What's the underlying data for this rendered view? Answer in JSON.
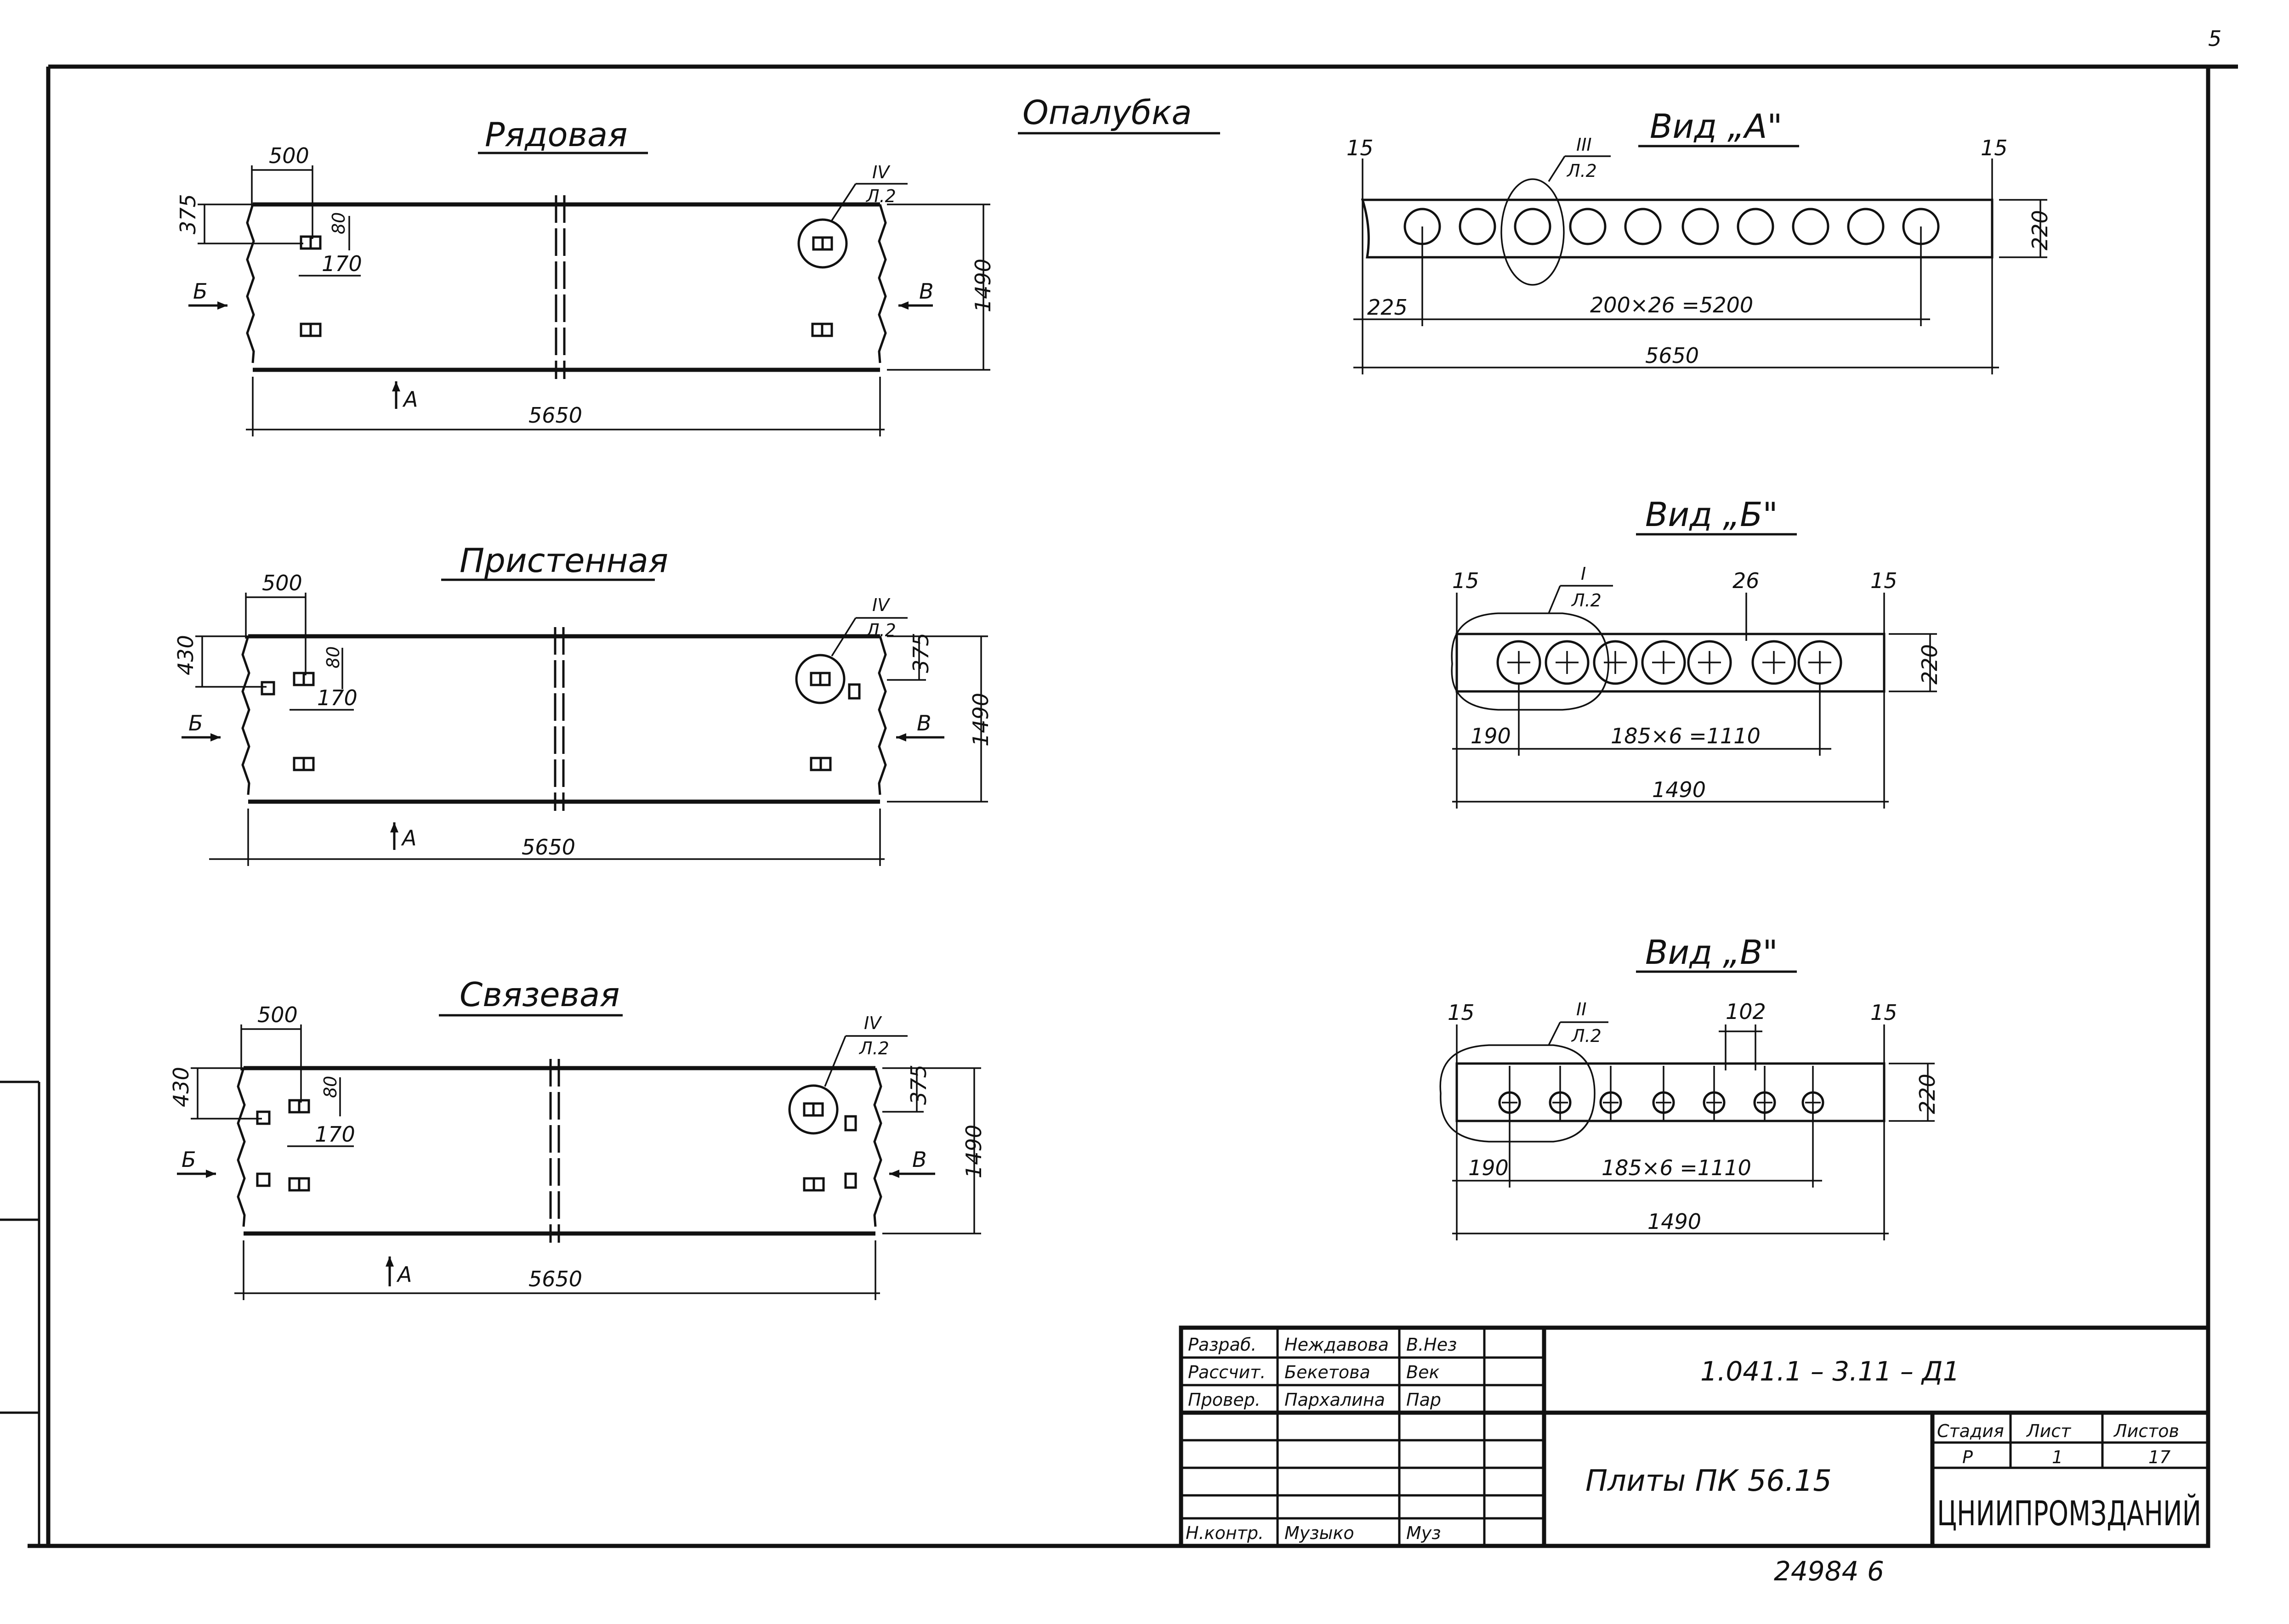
{
  "page_number": "5",
  "header": {
    "section_title": "Опалубка"
  },
  "plan_views": [
    {
      "title": "Рядовая",
      "dim_500": "500",
      "dim_375": "375",
      "dim_80": "80",
      "dim_170": "170",
      "dim_1490": "1490",
      "dim_5650": "5650",
      "label_b": "Б",
      "label_v": "В",
      "label_a": "А",
      "callout_num": "IV",
      "callout_sheet": "Л.2"
    },
    {
      "title": "Пристенная",
      "dim_500": "500",
      "dim_430": "430",
      "dim_80": "80",
      "dim_170": "170",
      "dim_375": "375",
      "dim_1490": "1490",
      "dim_5650": "5650",
      "label_b": "Б",
      "label_v": "В",
      "label_a": "А",
      "callout_num": "IV",
      "callout_sheet": "Л.2"
    },
    {
      "title": "Связевая",
      "dim_500": "500",
      "dim_430": "430",
      "dim_80": "80",
      "dim_170": "170",
      "dim_375": "375",
      "dim_1490": "1490",
      "dim_5650": "5650",
      "label_b": "Б",
      "label_v": "В",
      "label_a": "А",
      "callout_num": "IV",
      "callout_sheet": "Л.2"
    }
  ],
  "section_views": [
    {
      "title": "Вид „А\"",
      "dim_15_left": "15",
      "dim_15_right": "15",
      "dim_220": "220",
      "dim_225": "225",
      "dim_pitch": "200×26 =5200",
      "dim_total": "5650",
      "callout_num": "III",
      "callout_sheet": "Л.2"
    },
    {
      "title": "Вид „Б\"",
      "dim_15_left": "15",
      "dim_15_right": "15",
      "dim_26": "26",
      "dim_220": "220",
      "dim_190": "190",
      "dim_pitch": "185×6 =1110",
      "dim_total": "1490",
      "callout_num": "I",
      "callout_sheet": "Л.2"
    },
    {
      "title": "Вид „В\"",
      "dim_15_left": "15",
      "dim_15_right": "15",
      "dim_102": "102",
      "dim_220": "220",
      "dim_190": "190",
      "dim_pitch": "185×6 =1110",
      "dim_total": "1490",
      "callout_num": "II",
      "callout_sheet": "Л.2"
    }
  ],
  "title_block": {
    "rows": [
      {
        "role": "Разраб.",
        "name": "Неждавова",
        "sign": "В.Нез"
      },
      {
        "role": "Рассчит.",
        "name": "Бекетова",
        "sign": "Век"
      },
      {
        "role": "Провер.",
        "name": "Пархалина",
        "sign": "Пар"
      },
      {
        "role": "Н.контр.",
        "name": "Музыко",
        "sign": "Муз"
      }
    ],
    "doc_code": "1.041.1 – 3.11 – Д1",
    "product_title": "Плиты  ПК 56.15",
    "stage_header": "Стадия",
    "sheet_header": "Лист",
    "sheets_header": "Листов",
    "stage": "Р",
    "sheet": "1",
    "sheets": "17",
    "organization": "ЦНИИПРОМЗДАНИЙ"
  },
  "inventory_number": "24984   6"
}
